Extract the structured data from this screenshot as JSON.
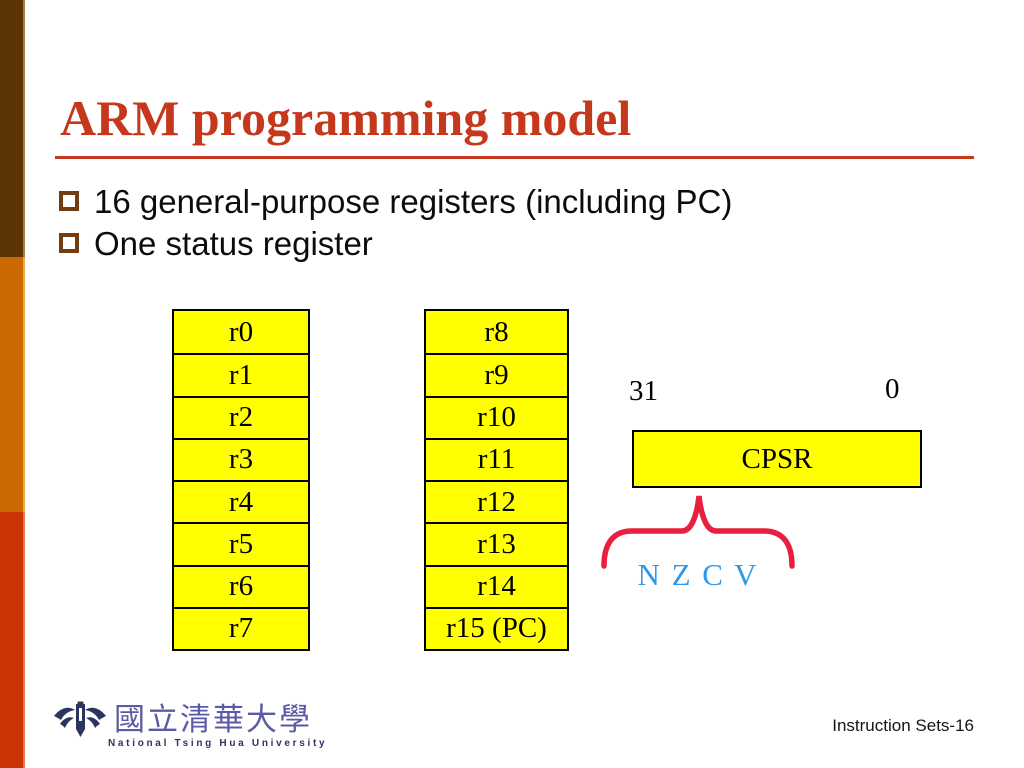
{
  "title": "ARM programming model",
  "bullets": [
    "16 general-purpose registers (including PC)",
    "One status register"
  ],
  "registers": {
    "bank1": [
      "r0",
      "r1",
      "r2",
      "r3",
      "r4",
      "r5",
      "r6",
      "r7"
    ],
    "bank2": [
      "r8",
      "r9",
      "r10",
      "r11",
      "r12",
      "r13",
      "r14",
      "r15 (PC)"
    ]
  },
  "status_register": {
    "bit_high_label": "31",
    "bit_low_label": "0",
    "name": "CPSR",
    "flags_label": "N Z C V"
  },
  "footer": {
    "logo_chinese": "國立清華大學",
    "logo_english": "National Tsing Hua University",
    "page_label": "Instruction Sets-16"
  },
  "icons": {
    "bullet": "hollow-square-bullet-icon",
    "brace": "curly-brace-up-icon",
    "logo": "nthu-emblem-icon"
  },
  "colors": {
    "title": "#C5381B",
    "bullet_square": "#6F3D11",
    "register_fill": "#FFFF00",
    "brace": "#E81F3E",
    "flags_text": "#2B9AE8",
    "sidebar_brown": "#5C3304",
    "sidebar_orange": "#CB6903",
    "sidebar_red": "#C93505",
    "logo_navy": "#2E3460",
    "logo_purple": "#5B5BA5"
  }
}
